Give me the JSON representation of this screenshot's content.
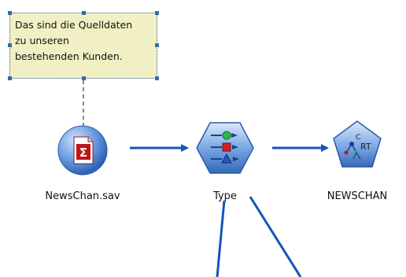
{
  "comment": {
    "lines": [
      "Das sind die Quelldaten",
      "zu unseren",
      "bestehenden Kunden."
    ]
  },
  "nodes": {
    "source": {
      "label": "NewsChan.sav",
      "icon": "sigma-file-icon"
    },
    "type": {
      "label": "Type",
      "icon": "type-fields-icon"
    },
    "model": {
      "label": "NEWSCHAN",
      "icon": "c-rt-model-icon"
    }
  },
  "colors": {
    "connector": "#1556b8",
    "node_blue": "#4a86d6",
    "comment_bg": "#f1f0c4"
  }
}
